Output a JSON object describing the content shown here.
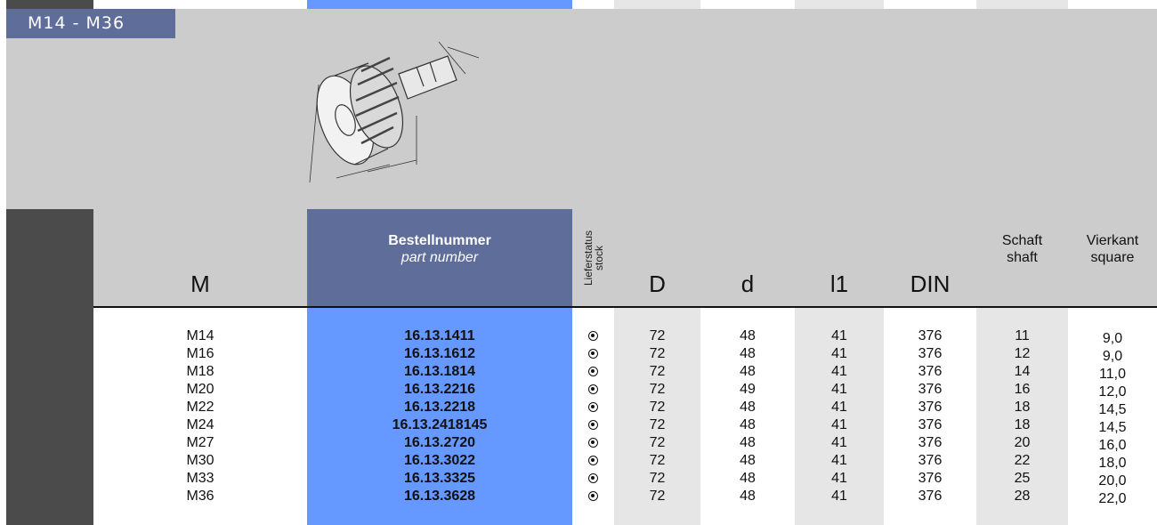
{
  "range_label": "M14 - M36",
  "columns": {
    "m": "M",
    "part_number": "Bestellnummer",
    "part_number_en": "part number",
    "stock": "Lieferstatus",
    "stock_en": "stock",
    "D": "D",
    "d": "d",
    "l1": "l1",
    "din": "DIN",
    "shaft": "Schaft",
    "shaft_en": "shaft",
    "square": "Vierkant",
    "square_en": "square"
  },
  "rows": [
    {
      "m": "M14",
      "part": "16.13.1411",
      "D": "72",
      "d": "48",
      "l1": "41",
      "din": "376",
      "shaft": "11",
      "square": "9,0"
    },
    {
      "m": "M16",
      "part": "16.13.1612",
      "D": "72",
      "d": "48",
      "l1": "41",
      "din": "376",
      "shaft": "12",
      "square": "9,0"
    },
    {
      "m": "M18",
      "part": "16.13.1814",
      "D": "72",
      "d": "48",
      "l1": "41",
      "din": "376",
      "shaft": "14",
      "square": "11,0"
    },
    {
      "m": "M20",
      "part": "16.13.2216",
      "D": "72",
      "d": "49",
      "l1": "41",
      "din": "376",
      "shaft": "16",
      "square": "12,0"
    },
    {
      "m": "M22",
      "part": "16.13.2218",
      "D": "72",
      "d": "48",
      "l1": "41",
      "din": "376",
      "shaft": "18",
      "square": "14,5"
    },
    {
      "m": "M24",
      "part": "16.13.2418145",
      "D": "72",
      "d": "48",
      "l1": "41",
      "din": "376",
      "shaft": "18",
      "square": "14,5"
    },
    {
      "m": "M27",
      "part": "16.13.2720",
      "D": "72",
      "d": "48",
      "l1": "41",
      "din": "376",
      "shaft": "20",
      "square": "16,0"
    },
    {
      "m": "M30",
      "part": "16.13.3022",
      "D": "72",
      "d": "48",
      "l1": "41",
      "din": "376",
      "shaft": "22",
      "square": "18,0"
    },
    {
      "m": "M33",
      "part": "16.13.3325",
      "D": "72",
      "d": "48",
      "l1": "41",
      "din": "376",
      "shaft": "25",
      "square": "20,0"
    },
    {
      "m": "M36",
      "part": "16.13.3628",
      "D": "72",
      "d": "48",
      "l1": "41",
      "din": "376",
      "shaft": "28",
      "square": "22,0"
    }
  ],
  "colors": {
    "dark": "#4b4b4b",
    "banner": "#cccccc",
    "tag": "#5e6d99",
    "part_column": "#6699ff",
    "alt_column": "#e6e6e6"
  },
  "icons": {
    "stock": "radio-dot-icon",
    "drawing": "tap-holder-drawing"
  }
}
